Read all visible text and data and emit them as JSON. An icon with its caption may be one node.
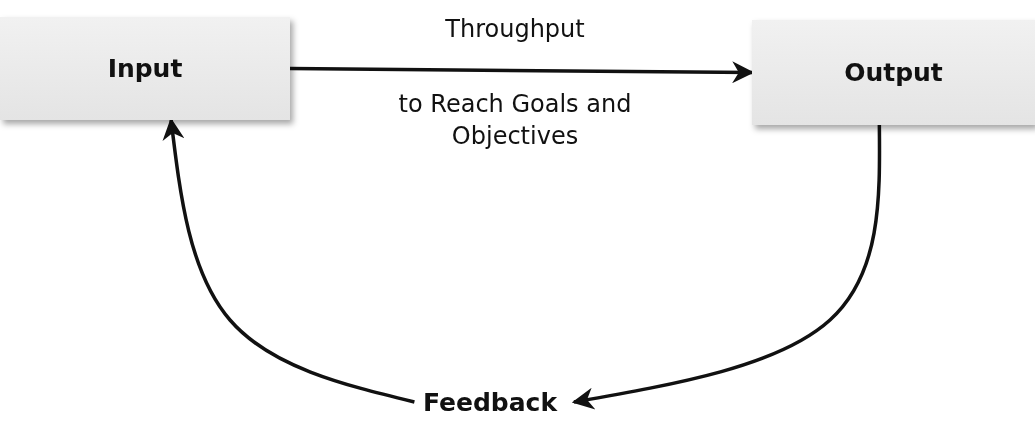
{
  "diagram": {
    "nodes": [
      {
        "text": [
          "Input"
        ]
      },
      {
        "text": [
          "Output"
        ]
      },
      {
        "text": [
          "Feedback"
        ]
      }
    ],
    "edges": [
      {
        "from": 0,
        "to": 1,
        "arrow": "to",
        "label": "Throughput"
      },
      {
        "from": 1,
        "to": 2,
        "arrow": "to"
      },
      {
        "from": 2,
        "to": 0,
        "arrow": "to"
      }
    ],
    "labels": [
      "to Reach Goals and Objectives"
    ]
  }
}
